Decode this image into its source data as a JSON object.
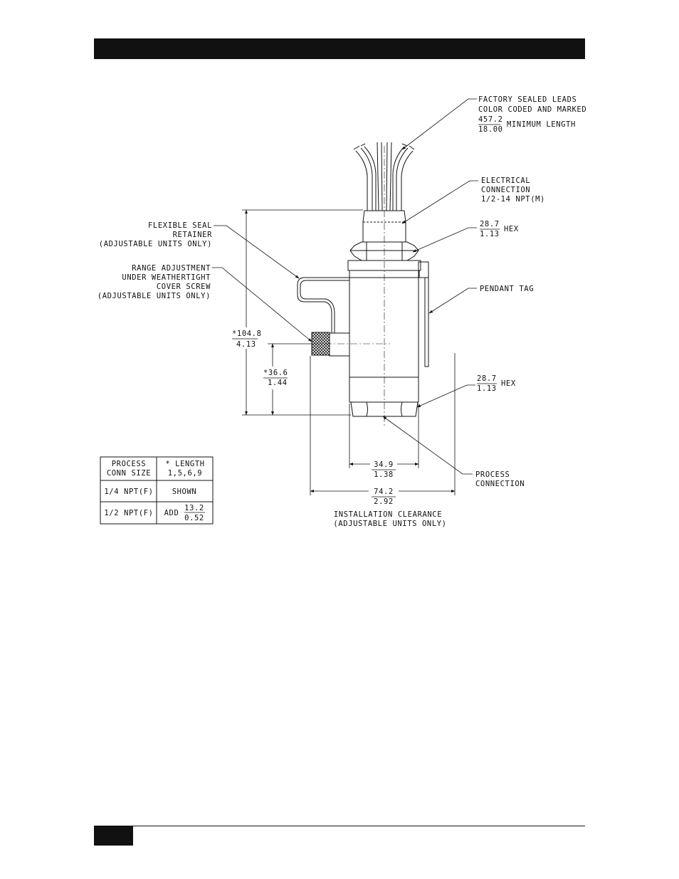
{
  "page": {
    "header_bar_color": "#111111",
    "footer_block_color": "#111111"
  },
  "callouts": {
    "leads_line1": "FACTORY SEALED LEADS",
    "leads_line2": "COLOR CODED AND MARKED",
    "leads_len_mm": "457.2",
    "leads_len_in": "18.00",
    "leads_min": "MINIMUM LENGTH",
    "elec_line1": "ELECTRICAL",
    "elec_line2": "CONNECTION",
    "elec_line3": "1/2-14 NPT(M)",
    "hex_top_mm": "28.7",
    "hex_top_in": "1.13",
    "hex_top_label": "HEX",
    "pendant": "PENDANT TAG",
    "hex_bot_mm": "28.7",
    "hex_bot_in": "1.13",
    "hex_bot_label": "HEX",
    "process_line1": "PROCESS",
    "process_line2": "CONNECTION",
    "seal_line1": "FLEXIBLE SEAL",
    "seal_line2": "RETAINER",
    "seal_line3": "(ADJUSTABLE UNITS ONLY)",
    "range_line1": "RANGE ADJUSTMENT",
    "range_line2": "UNDER WEATHERTIGHT",
    "range_line3": "COVER SCREW",
    "range_line4": "(ADJUSTABLE UNITS ONLY)"
  },
  "dimensions": {
    "overall_mm": "*104.8",
    "overall_in": "4.13",
    "lower_mm": "*36.6",
    "lower_in": "1.44",
    "width_mm": "34.9",
    "width_in": "1.38",
    "clear_mm": "74.2",
    "clear_in": "2.92",
    "clear_line1": "INSTALLATION CLEARANCE",
    "clear_line2": "(ADJUSTABLE UNITS ONLY)"
  },
  "table": {
    "h1_line1": "PROCESS",
    "h1_line2": "CONN SIZE",
    "h2_line1": "* LENGTH",
    "h2_line2": "1,5,6,9",
    "r1c1": "1/4 NPT(F)",
    "r1c2": "SHOWN",
    "r2c1": "1/2 NPT(F)",
    "r2c2": "ADD",
    "r2_mm": "13.2",
    "r2_in": "0.52"
  }
}
